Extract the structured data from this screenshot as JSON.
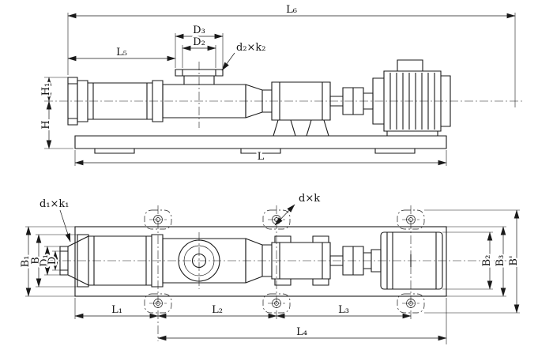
{
  "drawing": {
    "type": "screw-pump-outline-dimension-diagram",
    "colors": {
      "ink": "#1a1a1a",
      "background": "#ffffff"
    },
    "top_view": {
      "l6": "L₆",
      "d3": "D₃",
      "d2": "D₂",
      "l5": "L₅",
      "d2k2": "d₂×k₂",
      "h1": "H₁",
      "h": "H",
      "l": "L"
    },
    "plan_view": {
      "d1k1": "d₁×k₁",
      "dk": "d×k",
      "b1": "B₁",
      "b": "B",
      "d1": "D₁",
      "d": "D",
      "b2": "B₂",
      "b3": "B₃",
      "b_prime": "B'",
      "l1": "L₁",
      "l2": "L₂",
      "l3": "L₃",
      "l4": "L₄"
    }
  }
}
